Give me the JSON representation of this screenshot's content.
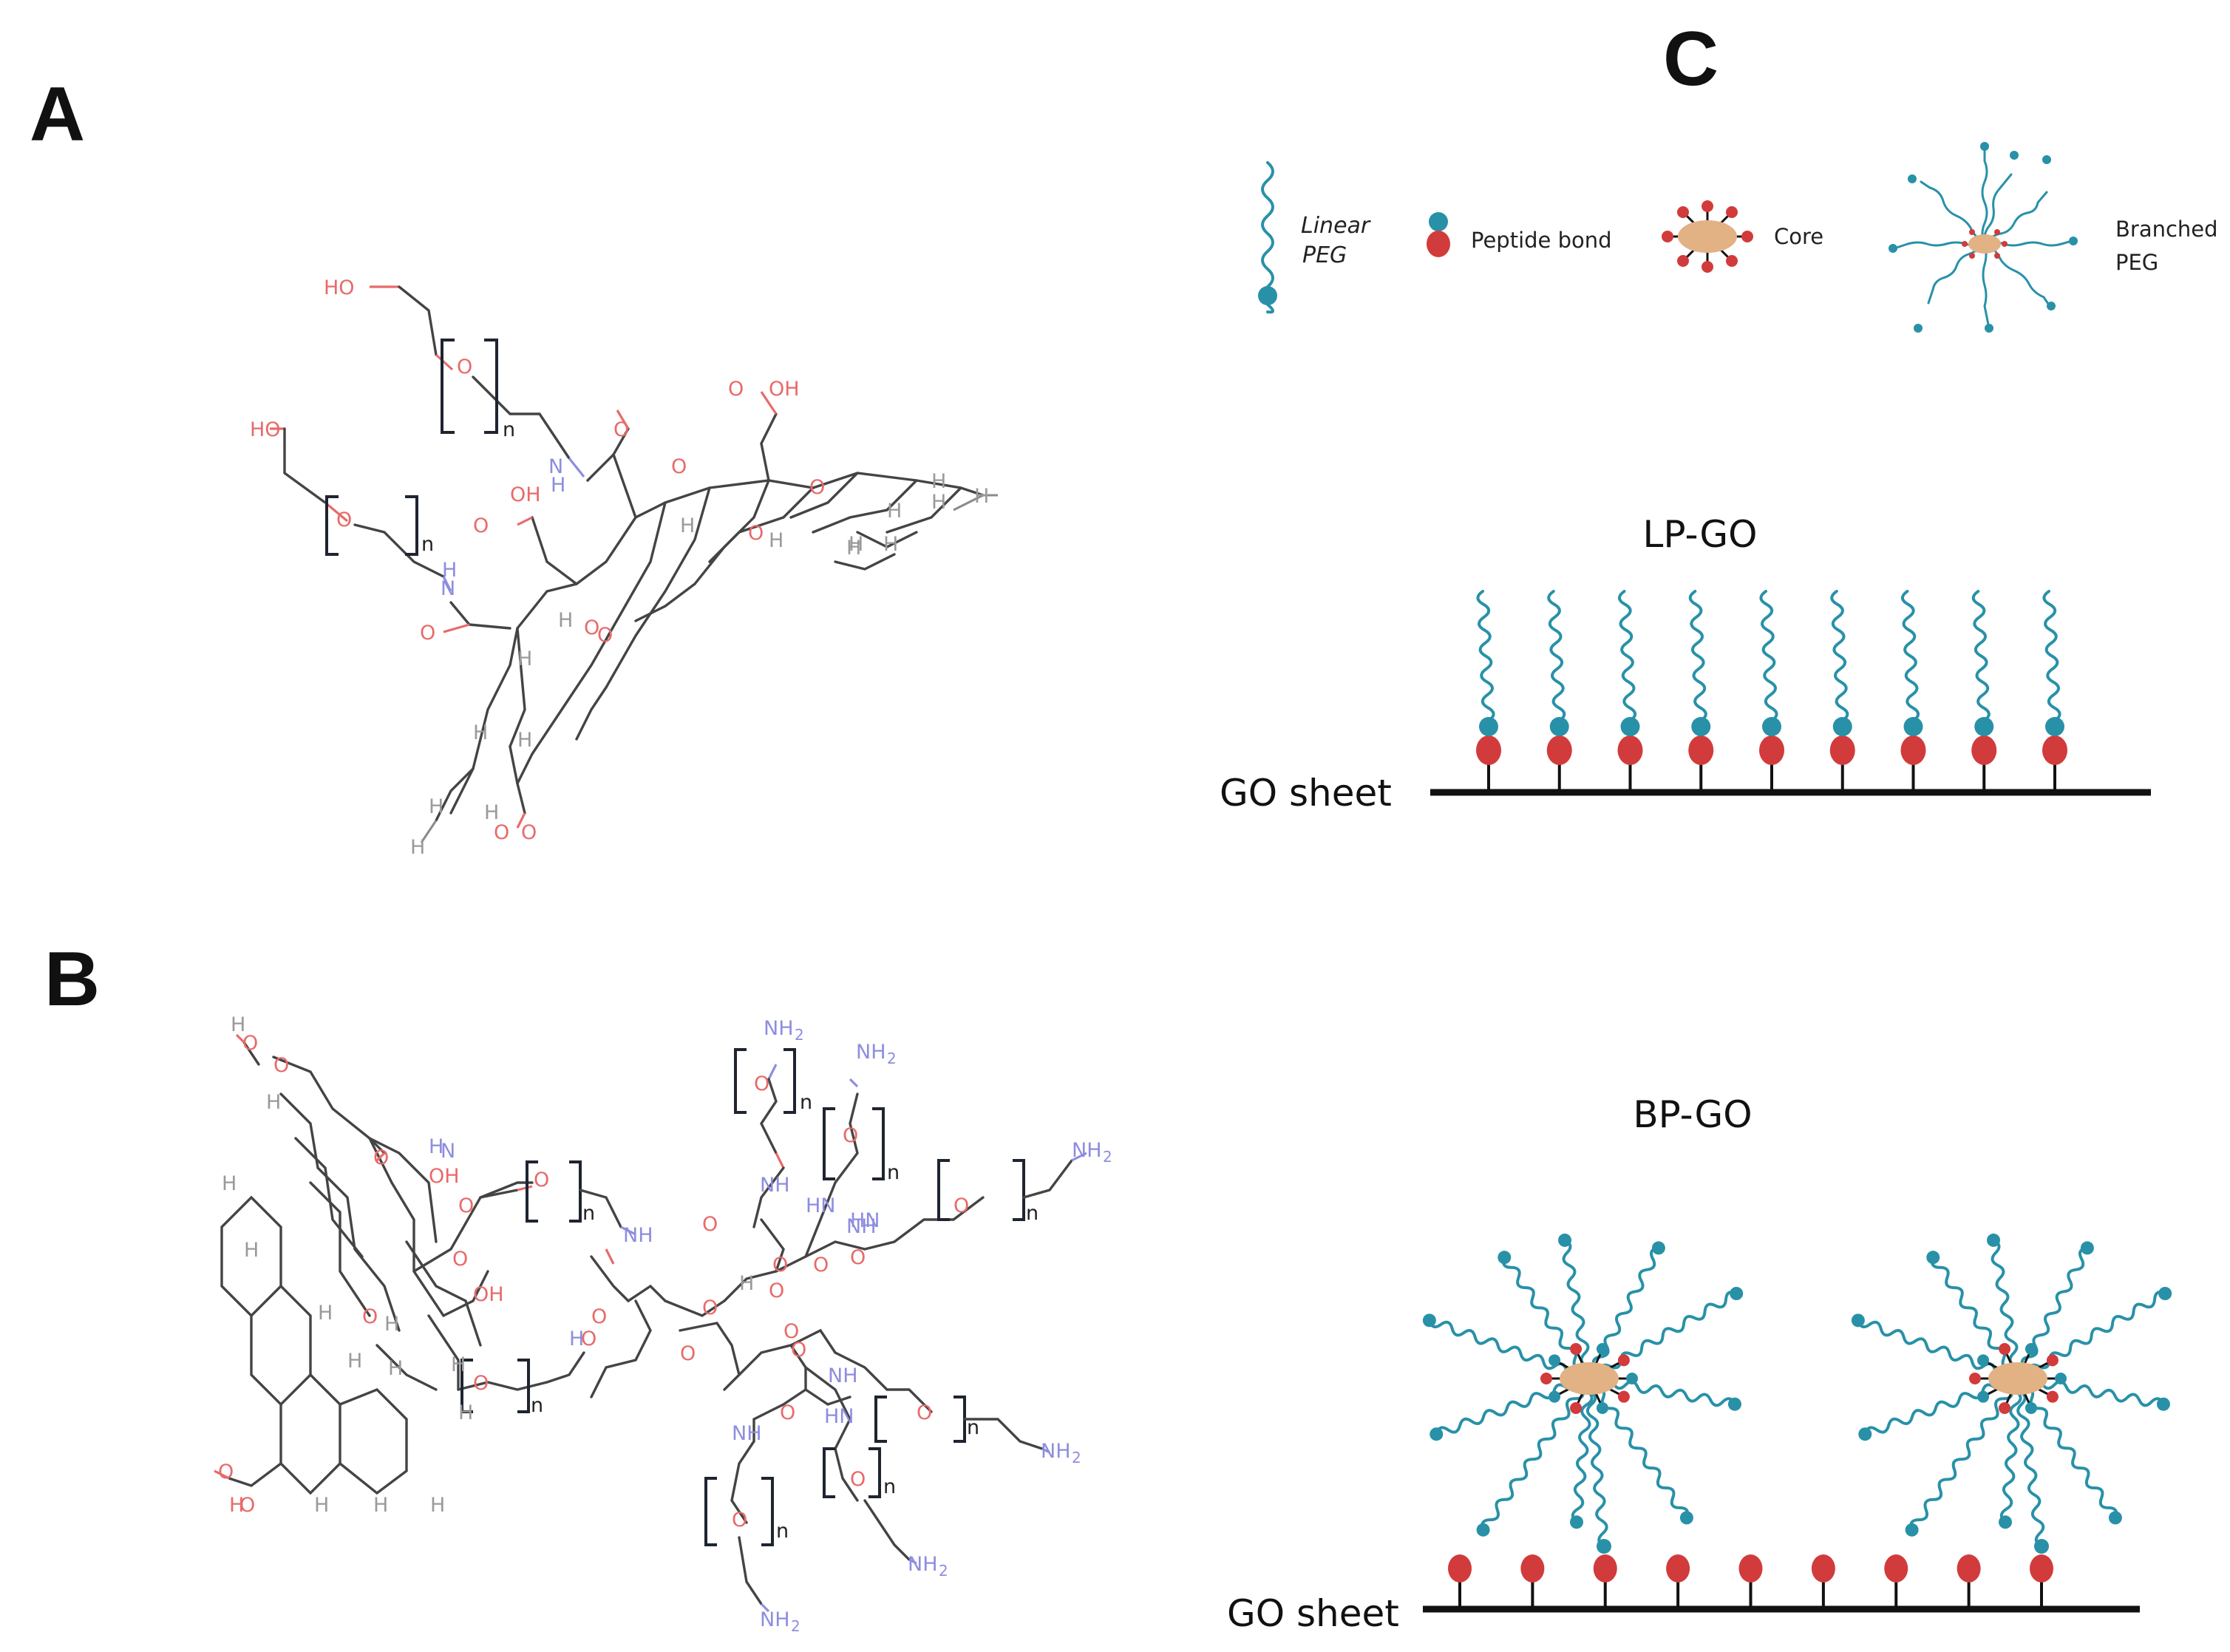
{
  "panels": {
    "a": {
      "letter": "A"
    },
    "b": {
      "letter": "B"
    },
    "c": {
      "letter": "C"
    }
  },
  "atoms": {
    "ho": "HO",
    "oh": "OH",
    "o": "O",
    "h": "H",
    "n_h": "N",
    "hn": "HN",
    "nh": "NH",
    "nh2": "NH",
    "sub2": "2",
    "repeat": "n"
  },
  "legend": {
    "linear_peg_line1": "Linear",
    "linear_peg_line2": "PEG",
    "peptide_bond": "Peptide bond",
    "core": "Core",
    "branched_peg_line1": "Branched",
    "branched_peg_line2": "PEG"
  },
  "lp_go": {
    "title": "LP-GO",
    "sheet_label": "GO sheet",
    "chain_count": 9
  },
  "bp_go": {
    "title": "BP-GO",
    "sheet_label": "GO sheet",
    "anchor_count": 9,
    "branched_count": 2
  },
  "colors": {
    "peg": "#2891a8",
    "peptide_blue": "#2891a8",
    "peptide_red": "#d23b3b",
    "core": "#e2b184",
    "oxygen": "#e86a6a",
    "nitrogen": "#8d8de0"
  }
}
